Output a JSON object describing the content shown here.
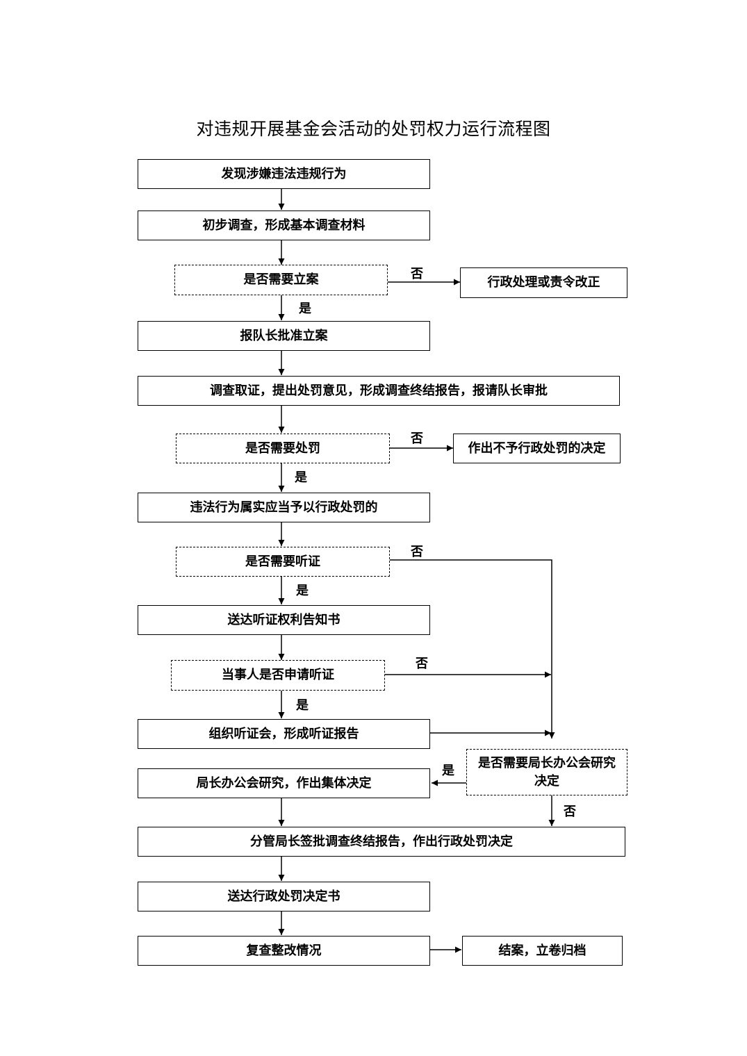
{
  "title": "对违规开展基金会活动的处罚权力运行流程图",
  "nodes": {
    "n1": "发现涉嫌违法违规行为",
    "n2": "初步调查，形成基本调查材料",
    "d1": "是否需要立案",
    "s1": "行政处理或责令改正",
    "n3": "报队长批准立案",
    "n4": "调查取证，提出处罚意见，形成调查终结报告，报请队长审批",
    "d2": "是否需要处罚",
    "s2": "作出不予行政处罚的决定",
    "n5": "违法行为属实应当予以行政处罚的",
    "d3": "是否需要听证",
    "n6": "送达听证权利告知书",
    "d4": "当事人是否申请听证",
    "n7": "组织听证会，形成听证报告",
    "d5": "是否需要局长办公会研究决定",
    "n8": "局长办公会研究，作出集体决定",
    "n9": "分管局长签批调查终结报告，作出行政处罚决定",
    "n10": "送达行政处罚决定书",
    "n11": "复查整改情况",
    "s3": "结案，立卷归档"
  },
  "labels": {
    "yes": "是",
    "no": "否"
  }
}
